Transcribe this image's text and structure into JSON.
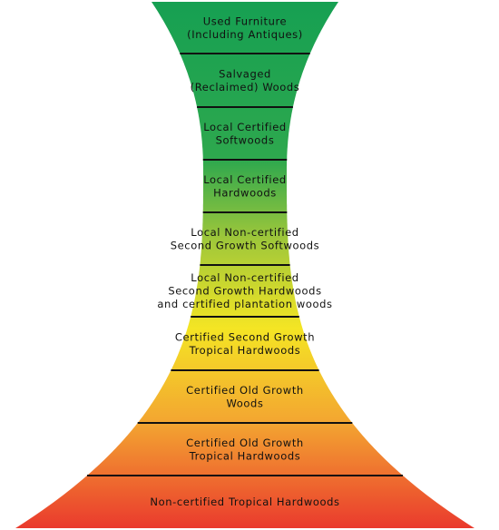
{
  "diagram": {
    "colors": {
      "top": "#16a052",
      "upper": "#2ea84e",
      "middle_green": "#9ec73a",
      "yellow": "#f4e524",
      "orange": "#f3a531",
      "red": "#ea3a2d",
      "divider": "#111111",
      "text": "#111111"
    },
    "tiers": [
      {
        "lines": [
          "Used Furniture",
          "(Including Antiques)"
        ]
      },
      {
        "lines": [
          "Salvaged",
          "(Reclaimed) Woods"
        ]
      },
      {
        "lines": [
          "Local Certified",
          "Softwoods"
        ]
      },
      {
        "lines": [
          "Local Certified",
          "Hardwoods"
        ]
      },
      {
        "lines": [
          "Local Non-certified",
          "Second Growth Softwoods"
        ]
      },
      {
        "lines": [
          "Local Non-certified",
          "Second Growth Hardwoods",
          "and certified plantation woods"
        ]
      },
      {
        "lines": [
          "Certified Second Growth",
          "Tropical Hardwoods"
        ]
      },
      {
        "lines": [
          "Certified Old Growth",
          "Woods"
        ]
      },
      {
        "lines": [
          "Certified Old Growth",
          "Tropical Hardwoods"
        ]
      },
      {
        "lines": [
          "Non-certified Tropical Hardwoods"
        ]
      }
    ]
  }
}
